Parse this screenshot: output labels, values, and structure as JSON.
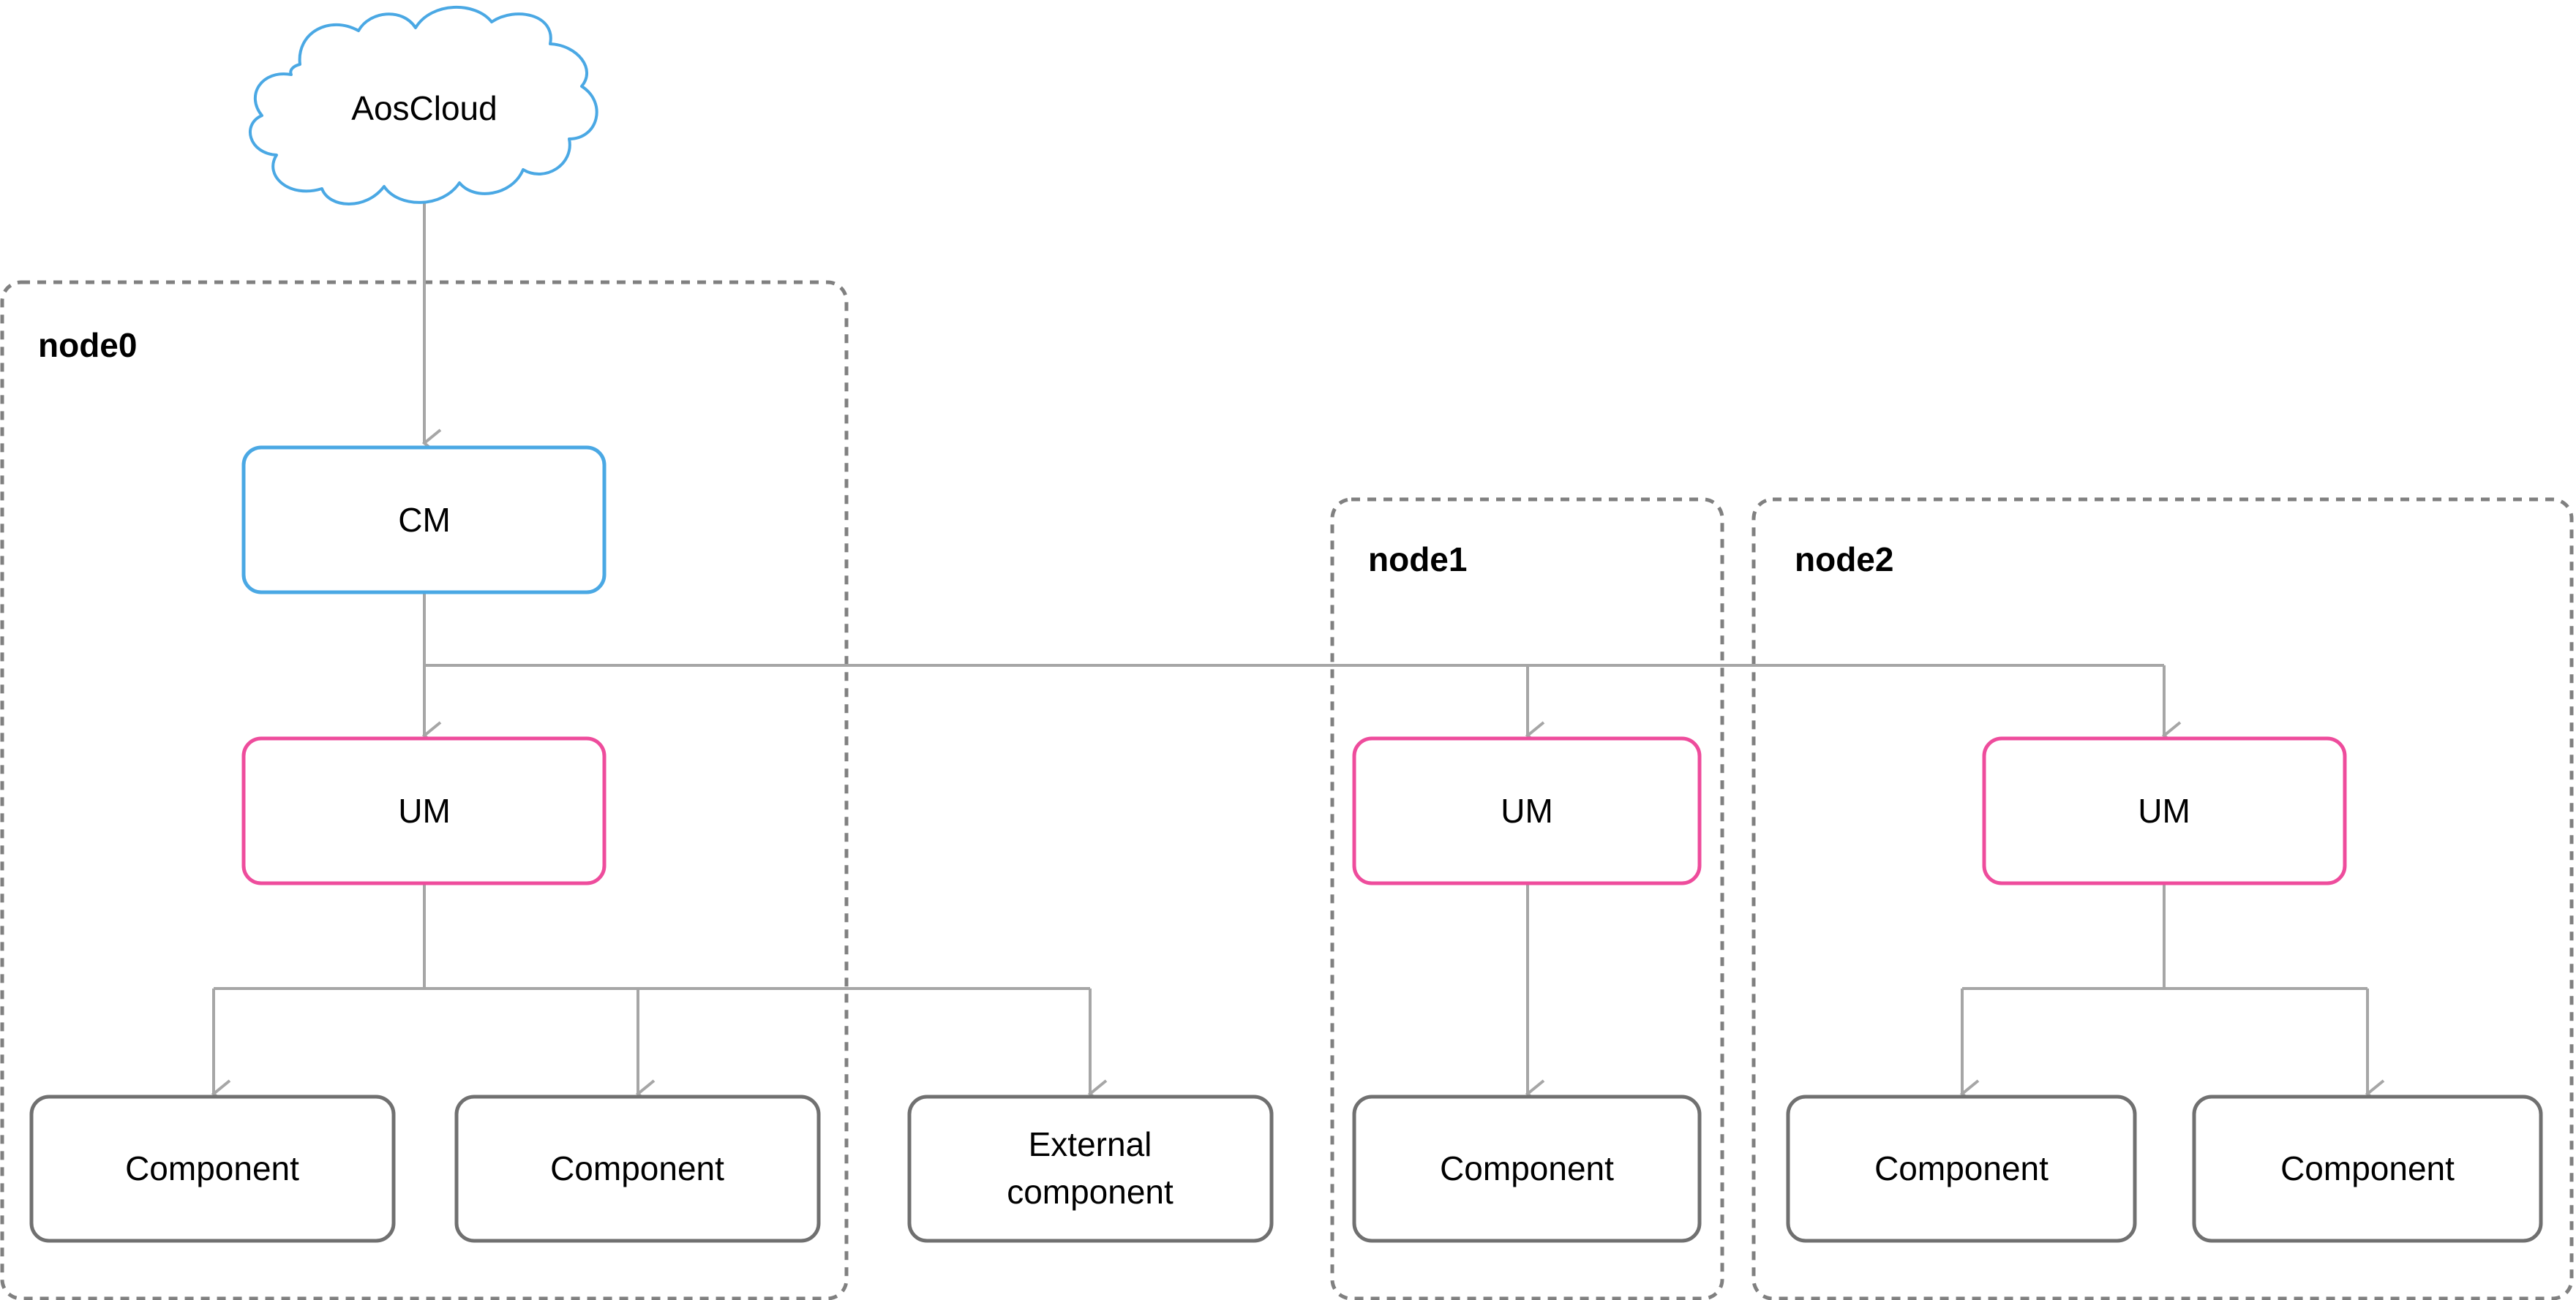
{
  "cloud": {
    "label": "AosCloud"
  },
  "nodes": [
    {
      "title": "node0"
    },
    {
      "title": "node1"
    },
    {
      "title": "node2"
    }
  ],
  "boxes": {
    "cm": "CM",
    "um0": "UM",
    "um1": "UM",
    "um2": "UM",
    "comp0a": "Component",
    "comp0b": "Component",
    "external": [
      "External",
      "component"
    ],
    "comp1": "Component",
    "comp2a": "Component",
    "comp2b": "Component"
  },
  "colors": {
    "cloud": "#4aa8e4",
    "cm": "#4aa8e4",
    "um": "#ee4c9c",
    "component": "#707070",
    "node_border": "#808080",
    "connector": "#a6a6a6"
  }
}
